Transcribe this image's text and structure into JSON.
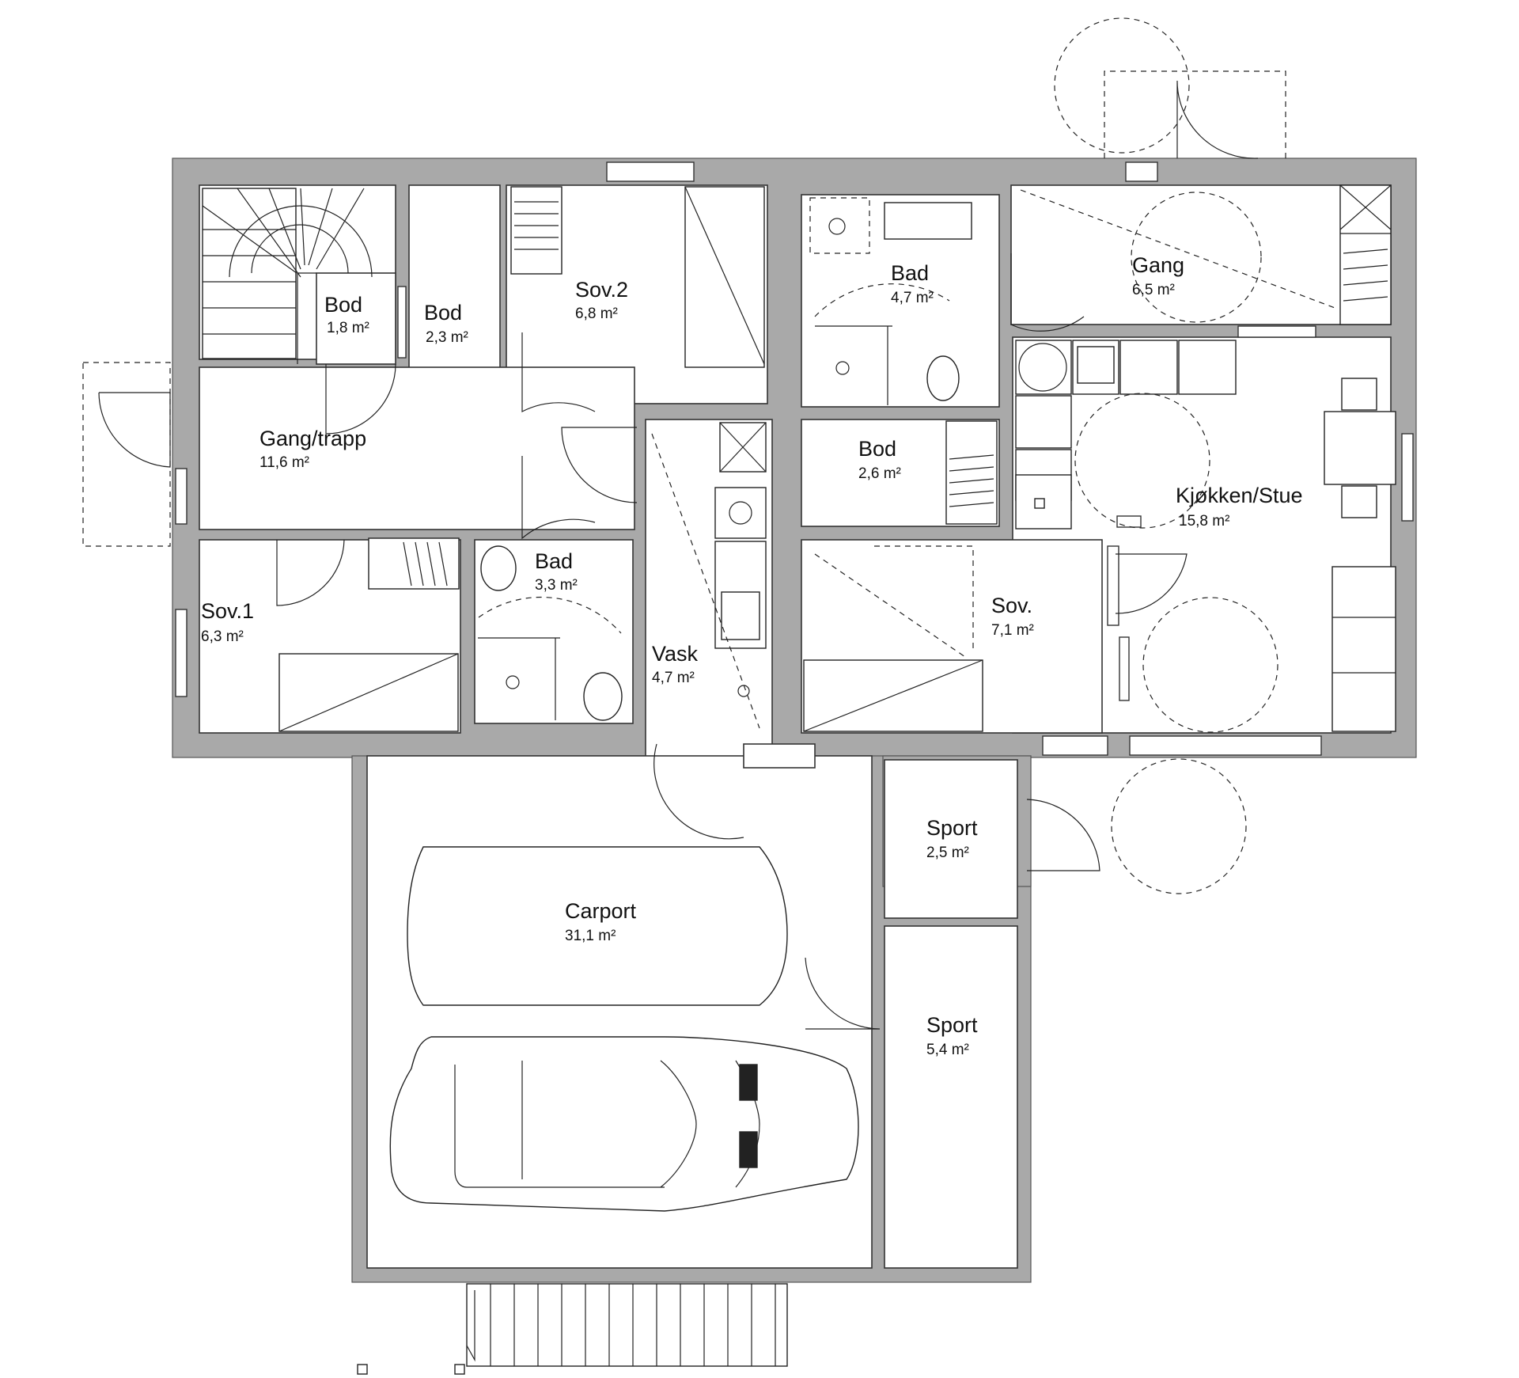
{
  "rooms": [
    {
      "id": "bod-stair",
      "name": "Bod",
      "area": "1,8 m²"
    },
    {
      "id": "bod-1",
      "name": "Bod",
      "area": "2,3 m²"
    },
    {
      "id": "sov-2",
      "name": "Sov.2",
      "area": "6,8 m²"
    },
    {
      "id": "bad-1",
      "name": "Bad",
      "area": "4,7 m²"
    },
    {
      "id": "gang-1",
      "name": "Gang",
      "area": "6,5 m²"
    },
    {
      "id": "gang-trapp",
      "name": "Gang/trapp",
      "area": "11,6 m²"
    },
    {
      "id": "bod-2",
      "name": "Bod",
      "area": "2,6 m²"
    },
    {
      "id": "kjokken-stue",
      "name": "Kjøkken/Stue",
      "area": "15,8 m²"
    },
    {
      "id": "bad-2",
      "name": "Bad",
      "area": "3,3 m²"
    },
    {
      "id": "sov-1",
      "name": "Sov.1",
      "area": "6,3 m²"
    },
    {
      "id": "sov",
      "name": "Sov.",
      "area": "7,1 m²"
    },
    {
      "id": "vask",
      "name": "Vask",
      "area": "4,7 m²"
    },
    {
      "id": "sport-1",
      "name": "Sport",
      "area": "2,5 m²"
    },
    {
      "id": "sport-2",
      "name": "Sport",
      "area": "5,4 m²"
    },
    {
      "id": "carport",
      "name": "Carport",
      "area": "31,1 m²"
    }
  ]
}
